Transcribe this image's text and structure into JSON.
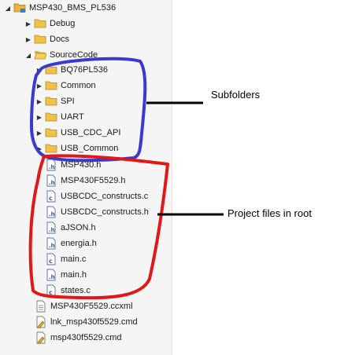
{
  "project": {
    "name": "MSP430_BMS_PL536"
  },
  "folders": {
    "debug": "Debug",
    "docs": "Docs",
    "sourcecode": "SourceCode"
  },
  "subfolders": [
    "BQ76PL536",
    "Common",
    "SPI",
    "UART",
    "USB_CDC_API",
    "USB_Common"
  ],
  "source_files": [
    "MSP430.h",
    "MSP430F5529.h",
    "USBCDC_constructs.c",
    "USBCDC_constructs.h",
    "aJSON.h",
    "energia.h",
    "main.c",
    "main.h",
    "states.c"
  ],
  "root_files": [
    "MSP430F5529.ccxml",
    "lnk_msp430f5529.cmd",
    "msp430f5529.cmd"
  ],
  "annotations": {
    "subfolders": "Subfolders",
    "project_files": "Project files in root"
  },
  "colors": {
    "blue_circle": "#3a3ad0",
    "red_circle": "#e01818",
    "folder": "#f0c24a"
  }
}
